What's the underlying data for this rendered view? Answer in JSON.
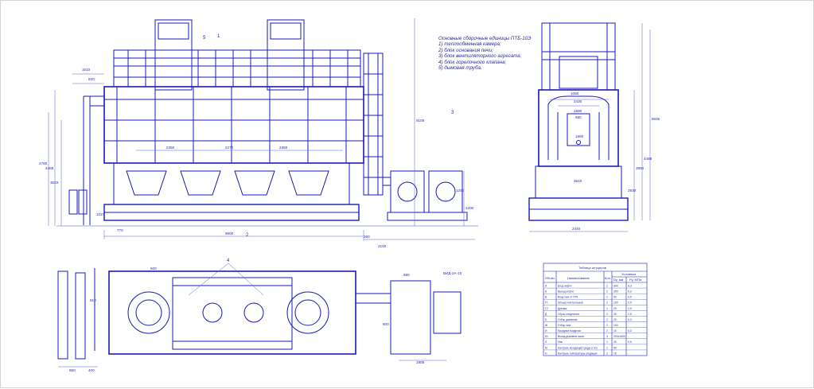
{
  "colors": {
    "line": "#1a1ab8",
    "thin": "#4a4ad0",
    "dim": "#5a5ad8",
    "text": "#2a2aa0"
  },
  "notes": {
    "title": "Основные сборочные единицы ПТБ-10Э",
    "items": [
      "1) теплообменная камера;",
      "2) блок основания печи;",
      "3) блок вентиляторного агрегата;",
      "4) блок горелочного клапана;",
      "5) дымовая труба."
    ]
  },
  "callouts": [
    "1",
    "2",
    "3",
    "4",
    "5"
  ],
  "dims": {
    "front": [
      "2350",
      "2270",
      "2350",
      "9600",
      "260",
      "2100",
      "1610",
      "820",
      "770",
      "1200",
      "1027",
      "3633",
      "4780",
      "4488",
      "9100",
      "1200"
    ],
    "side": [
      "1060",
      "2430",
      "1590",
      "680",
      "1960",
      "3610",
      "2440",
      "3950",
      "2930",
      "4488",
      "8635"
    ],
    "plan": [
      "500",
      "880",
      "600",
      "1900",
      "650",
      "400",
      "610",
      "ВИД-2А-10"
    ]
  },
  "table": {
    "title": "Таблица штуцеров",
    "headers": [
      "Обозн.",
      "Наименование",
      "Кол.",
      "Условные",
      "Dу, мм",
      "Pу, МПа"
    ],
    "rows": [
      [
        "А",
        "Вход нефти",
        "2",
        "300",
        "6,3"
      ],
      [
        "Б",
        "Выход нефти",
        "2",
        "300",
        "6,3"
      ],
      [
        "В",
        "Вход газа от ГРП",
        "1",
        "50",
        "0,5"
      ],
      [
        "Г1",
        "Штуцер контрольный",
        "2",
        "100",
        "2,5"
      ],
      [
        "Г2",
        "Дренаж",
        "1",
        "25",
        "2,5"
      ],
      [
        "Д",
        "Сброс конденсата",
        "2",
        "25",
        "2,5"
      ],
      [
        "Е",
        "Отбор давления",
        "2",
        "20",
        "6,3"
      ],
      [
        "Ж",
        "Отбор газа",
        "2",
        "100",
        "-"
      ],
      [
        "И",
        "Продувка воздухом",
        "2",
        "15",
        "6,3"
      ],
      [
        "К1",
        "Выход дымовых газов",
        "4",
        "200х1500",
        "-"
      ],
      [
        "Л",
        "Люк",
        "1",
        "25",
        "0,5"
      ],
      [
        "М",
        "Контроль исходящей среды в теплообменную камеру",
        "1",
        "50",
        "-"
      ],
      [
        "Н",
        "Контроль температуры уходящих дымовых газов",
        "2",
        "15",
        "-"
      ]
    ]
  }
}
